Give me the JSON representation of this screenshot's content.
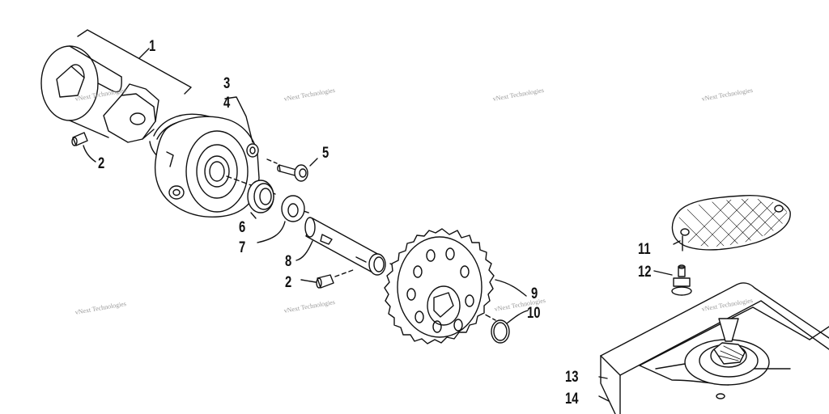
{
  "diagram": {
    "callouts": [
      "1",
      "2",
      "3",
      "4",
      "5",
      "6",
      "7",
      "8",
      "2",
      "9",
      "10",
      "11",
      "12",
      "13",
      "14"
    ],
    "watermark": "vNext Technologies"
  }
}
